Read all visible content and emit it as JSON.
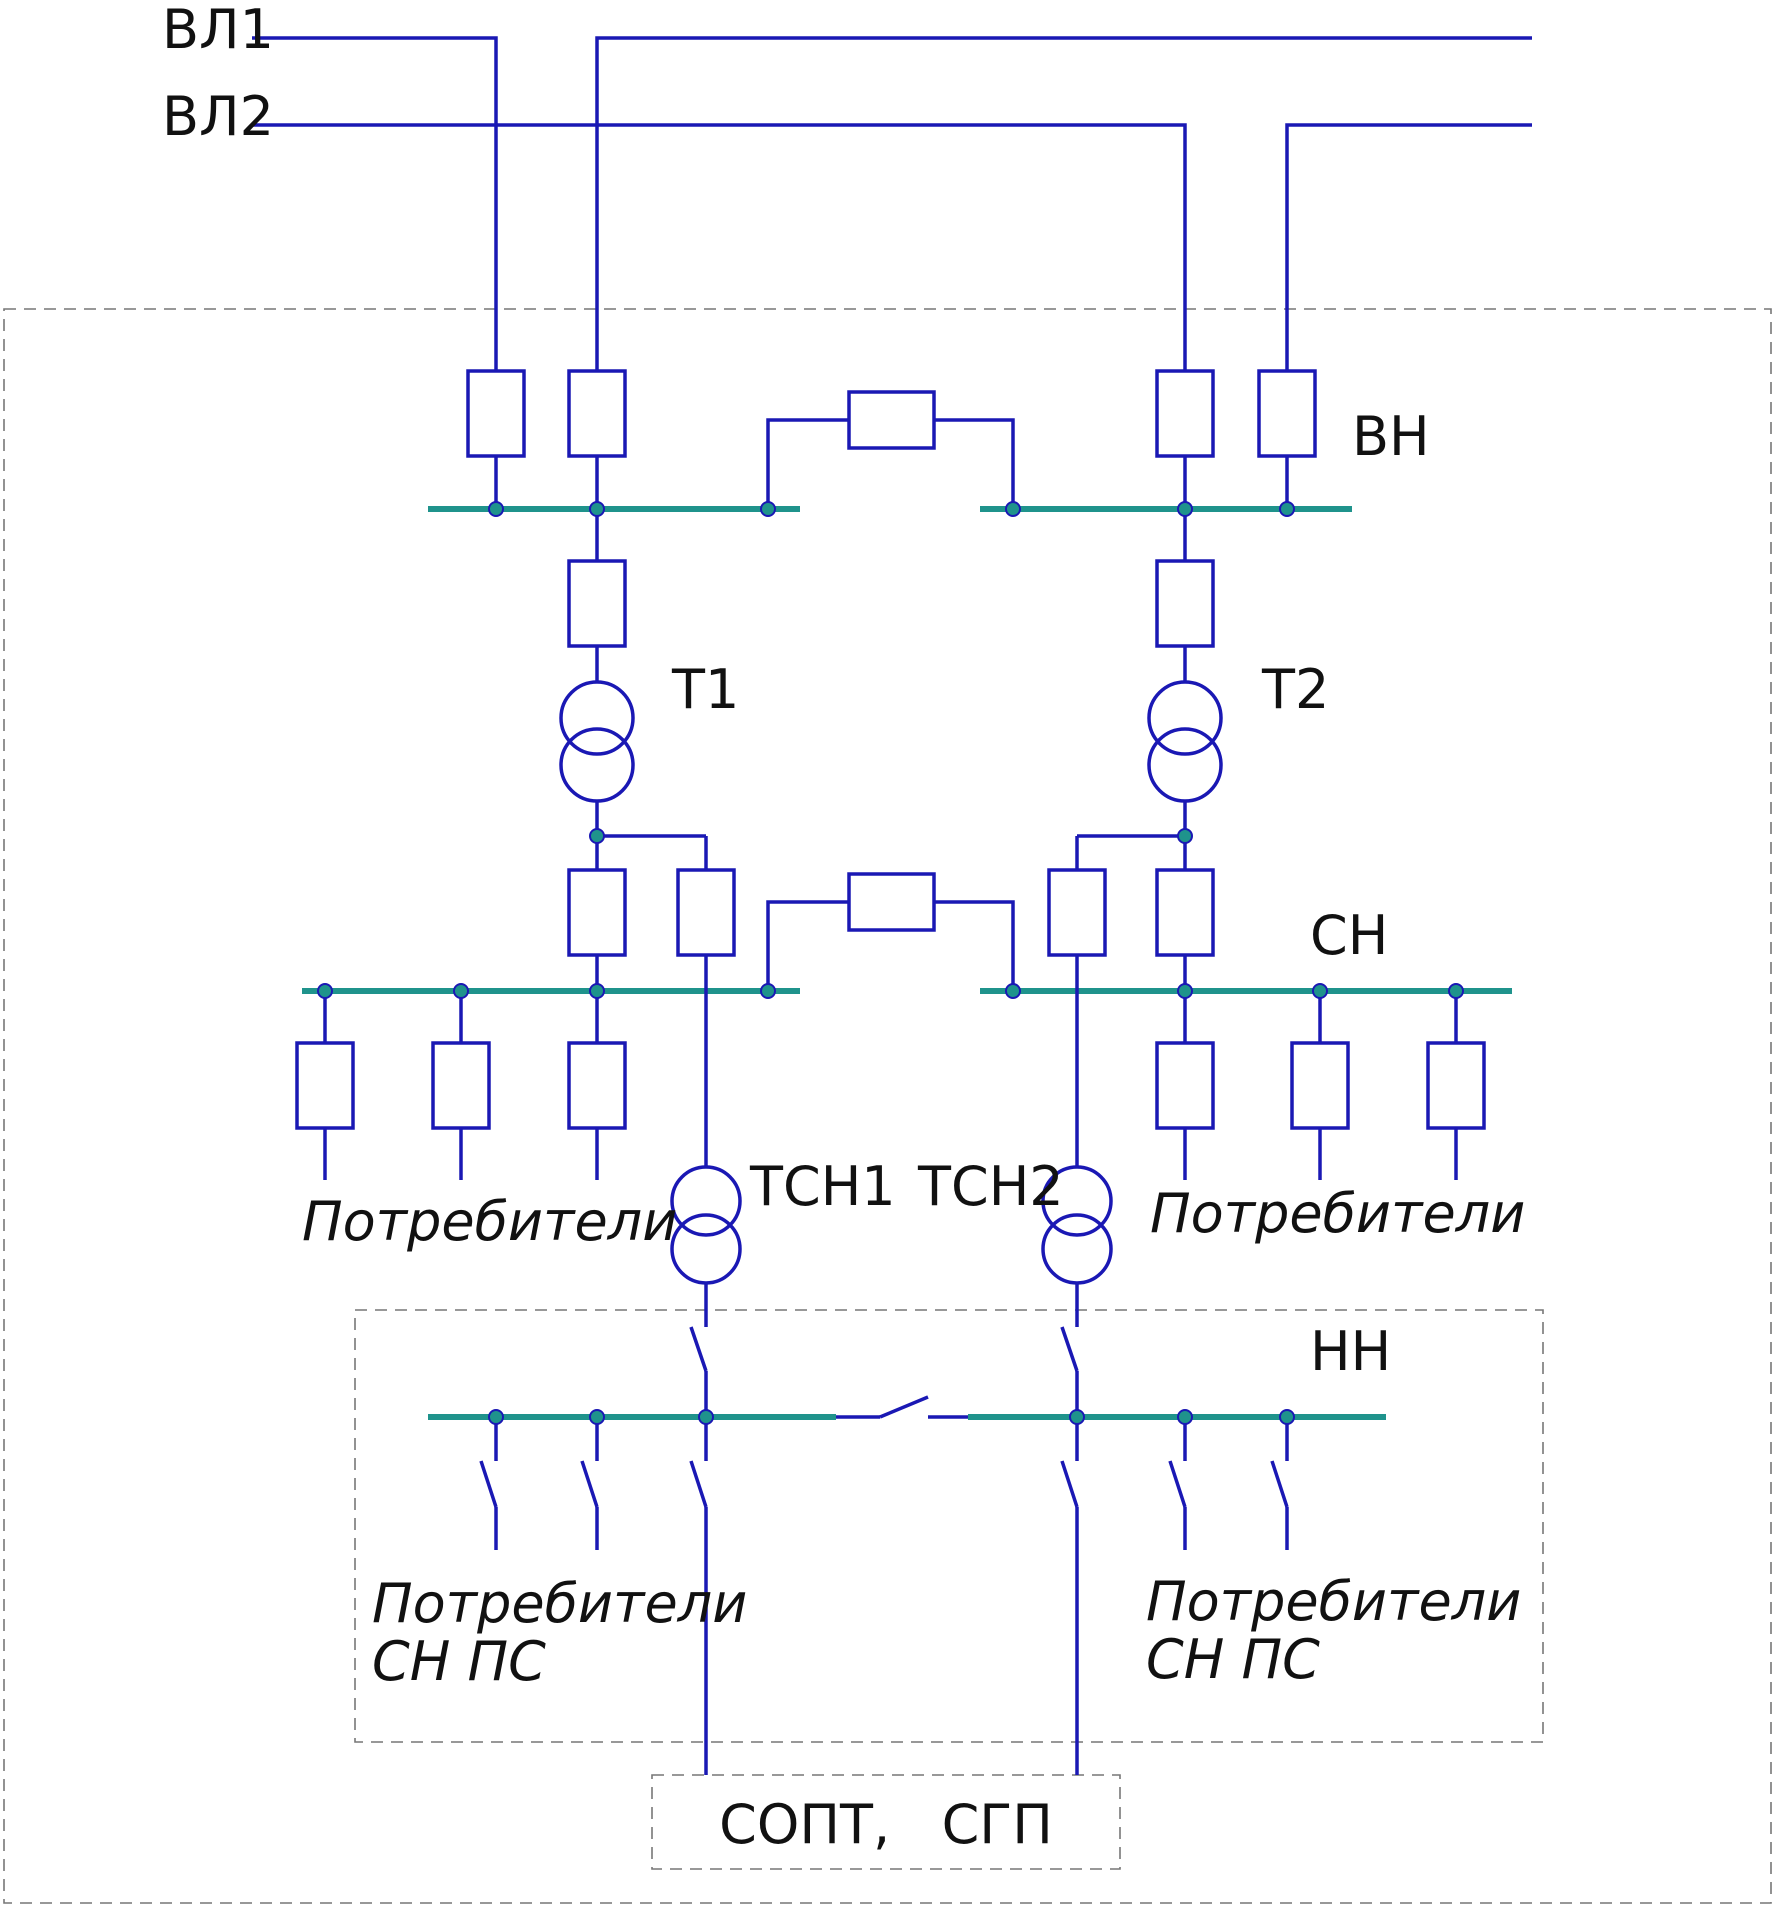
{
  "colors": {
    "wire": "#1a18b4",
    "bus": "#1f938c",
    "frame": "#777777",
    "text": "#111111"
  },
  "labels": {
    "line1": "ВЛ1",
    "line2": "ВЛ2",
    "hv_bus": "ВН",
    "mv_bus": "СН",
    "lv_bus": "НН",
    "transformer1": "Т1",
    "transformer2": "Т2",
    "aux_transformer1": "ТСН1",
    "aux_transformer2": "ТСН2",
    "consumers_left": "Потребители",
    "consumers_right": "Потребители",
    "aux_consumers_left_line1": "Потребители",
    "aux_consumers_left_line2": "СН ПС",
    "aux_consumers_right_line1": "Потребители",
    "aux_consumers_right_line2": "СН ПС",
    "dc_system": "СОПТ,   СГП"
  }
}
